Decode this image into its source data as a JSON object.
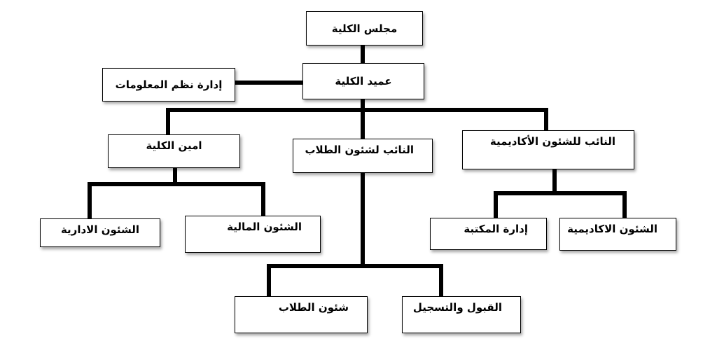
{
  "org_chart": {
    "council": "مجلس الكلية",
    "dean": "عميد الكلية",
    "information_systems": "إدارة نظم المعلومات",
    "college_secretary": "امين الكلية",
    "vice_student_affairs": "النائب لشئون الطلاب",
    "vice_academic_affairs": "النائب للشئون  الأكاديمية",
    "administrative_affairs": "الشئون الادارية",
    "financial_affairs": "الشئون المالية",
    "library_management": "إدارة المكتبة",
    "academic_affairs": "الشئون الاكاديمية",
    "student_affairs": "شئون الطلاب",
    "admission_registration": "القبول والتسجيل"
  }
}
